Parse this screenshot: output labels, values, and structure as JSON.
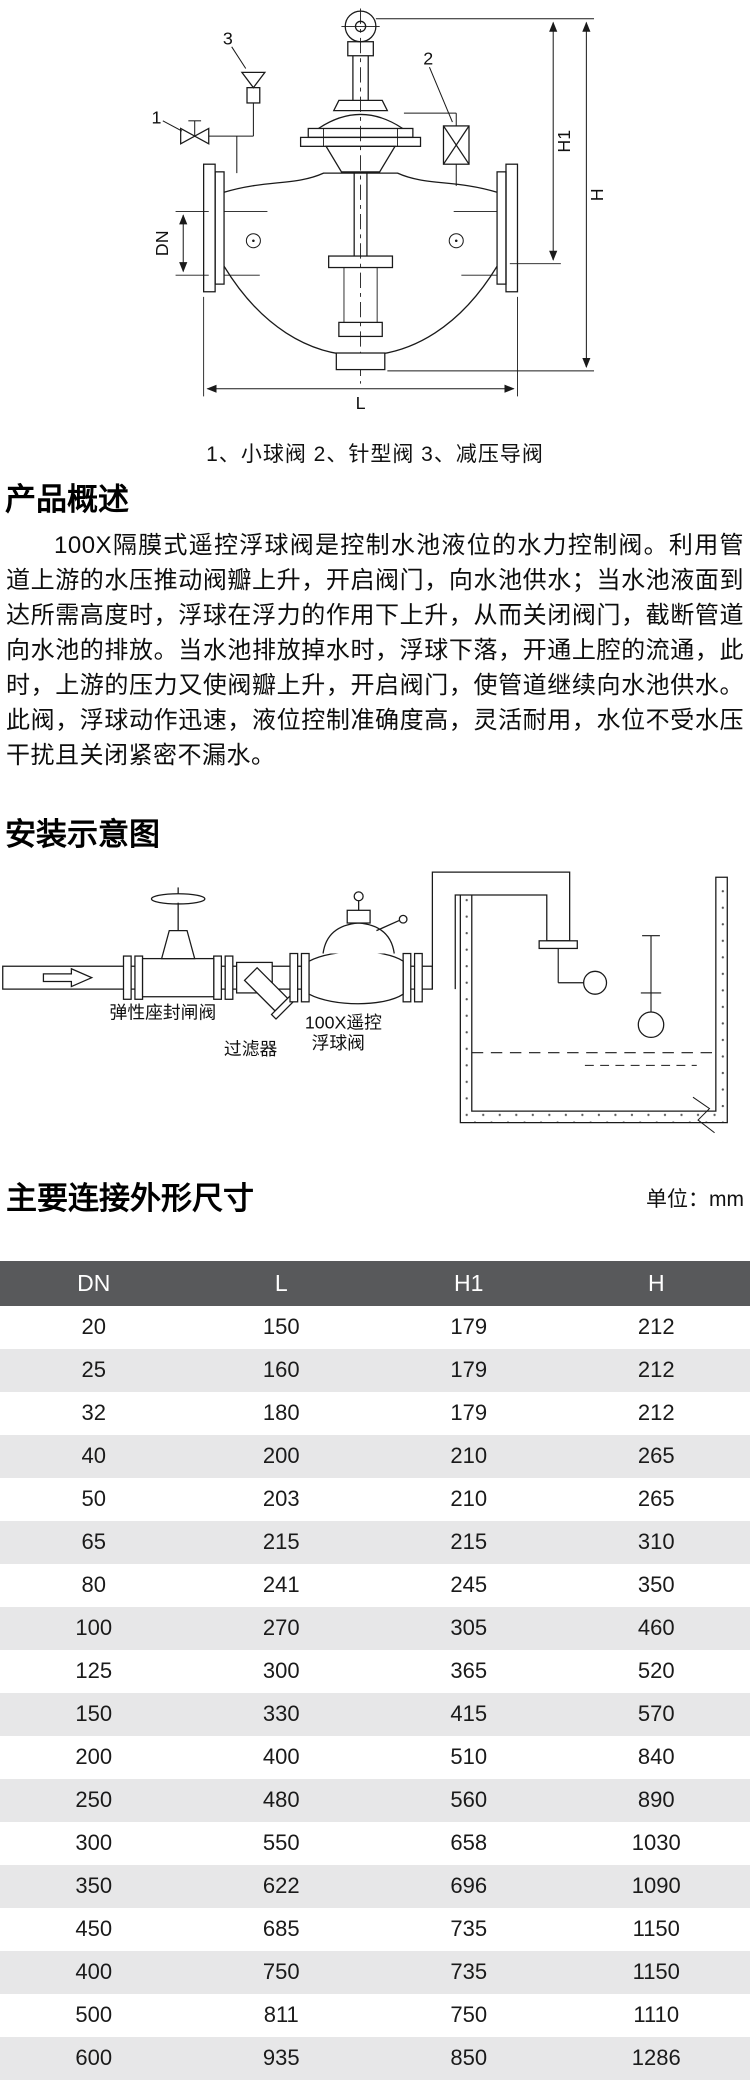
{
  "figure": {
    "caption": "1、小球阀 2、针型阀 3、减压导阀",
    "callouts": {
      "c1": "1",
      "c2": "2",
      "c3": "3"
    },
    "dims": {
      "dn": "DN",
      "l": "L",
      "h1": "H1",
      "h": "H"
    }
  },
  "overview": {
    "title": "产品概述",
    "paragraph": "100X隔膜式遥控浮球阀是控制水池液位的水力控制阀。利用管道上游的水压推动阀瓣上升，开启阀门，向水池供水；当水池液面到达所需高度时，浮球在浮力的作用下上升，从而关闭阀门，截断管道向水池的排放。当水池排放掉水时，浮球下落，开通上腔的流通，此时，上游的压力又使阀瓣上升，开启阀门，使管道继续向水池供水。此阀，浮球动作迅速，液位控制准确度高，灵活耐用，水位不受水压干扰且关闭紧密不漏水。"
  },
  "installation": {
    "title": "安装示意图",
    "label_gate_valve": "弹性座封闸阀",
    "label_strainer": "过滤器",
    "label_float_valve_line1": "100X遥控",
    "label_float_valve_line2": "浮球阀"
  },
  "dimensions": {
    "title": "主要连接外形尺寸",
    "unit": "单位：mm",
    "columns": [
      "DN",
      "L",
      "H1",
      "H"
    ],
    "rows": [
      [
        "20",
        "150",
        "179",
        "212"
      ],
      [
        "25",
        "160",
        "179",
        "212"
      ],
      [
        "32",
        "180",
        "179",
        "212"
      ],
      [
        "40",
        "200",
        "210",
        "265"
      ],
      [
        "50",
        "203",
        "210",
        "265"
      ],
      [
        "65",
        "215",
        "215",
        "310"
      ],
      [
        "80",
        "241",
        "245",
        "350"
      ],
      [
        "100",
        "270",
        "305",
        "460"
      ],
      [
        "125",
        "300",
        "365",
        "520"
      ],
      [
        "150",
        "330",
        "415",
        "570"
      ],
      [
        "200",
        "400",
        "510",
        "840"
      ],
      [
        "250",
        "480",
        "560",
        "890"
      ],
      [
        "300",
        "550",
        "658",
        "1030"
      ],
      [
        "350",
        "622",
        "696",
        "1090"
      ],
      [
        "450",
        "685",
        "735",
        "1150"
      ],
      [
        "400",
        "750",
        "735",
        "1150"
      ],
      [
        "500",
        "811",
        "750",
        "1110"
      ],
      [
        "600",
        "935",
        "850",
        "1286"
      ]
    ],
    "colors": {
      "header_bg": "#58595b",
      "row_alt_bg": "#e7e7e8",
      "header_text": "#ffffff"
    }
  }
}
